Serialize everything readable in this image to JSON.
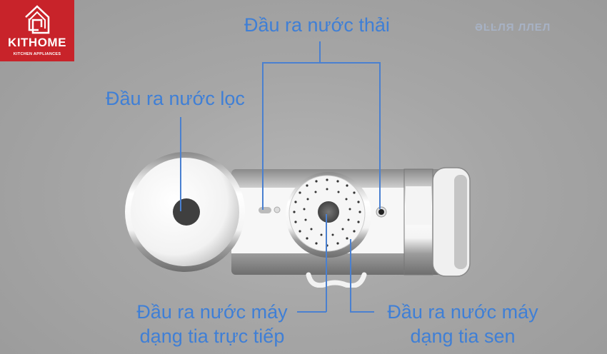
{
  "logo": {
    "brand": "KITHOME",
    "tagline": "KITCHEN APPLIANCES",
    "background_color": "#c8232a"
  },
  "watermark": {
    "text": "ƏĿĿЛЯ ЛЛЕЛ"
  },
  "labels": {
    "waste_outlet": "Đầu ra nước thải",
    "filtered_outlet": "Đầu ra nước lọc",
    "direct_stream": {
      "line1": "Đầu ra nước máy",
      "line2": "dạng tia trực tiếp"
    },
    "shower_stream": {
      "line1": "Đầu ra nước máy",
      "line2": "dạng tia sen"
    }
  },
  "colors": {
    "label": "#3f7fd6",
    "leader_line": "#4a80d0",
    "background": "#a8a8a8"
  }
}
